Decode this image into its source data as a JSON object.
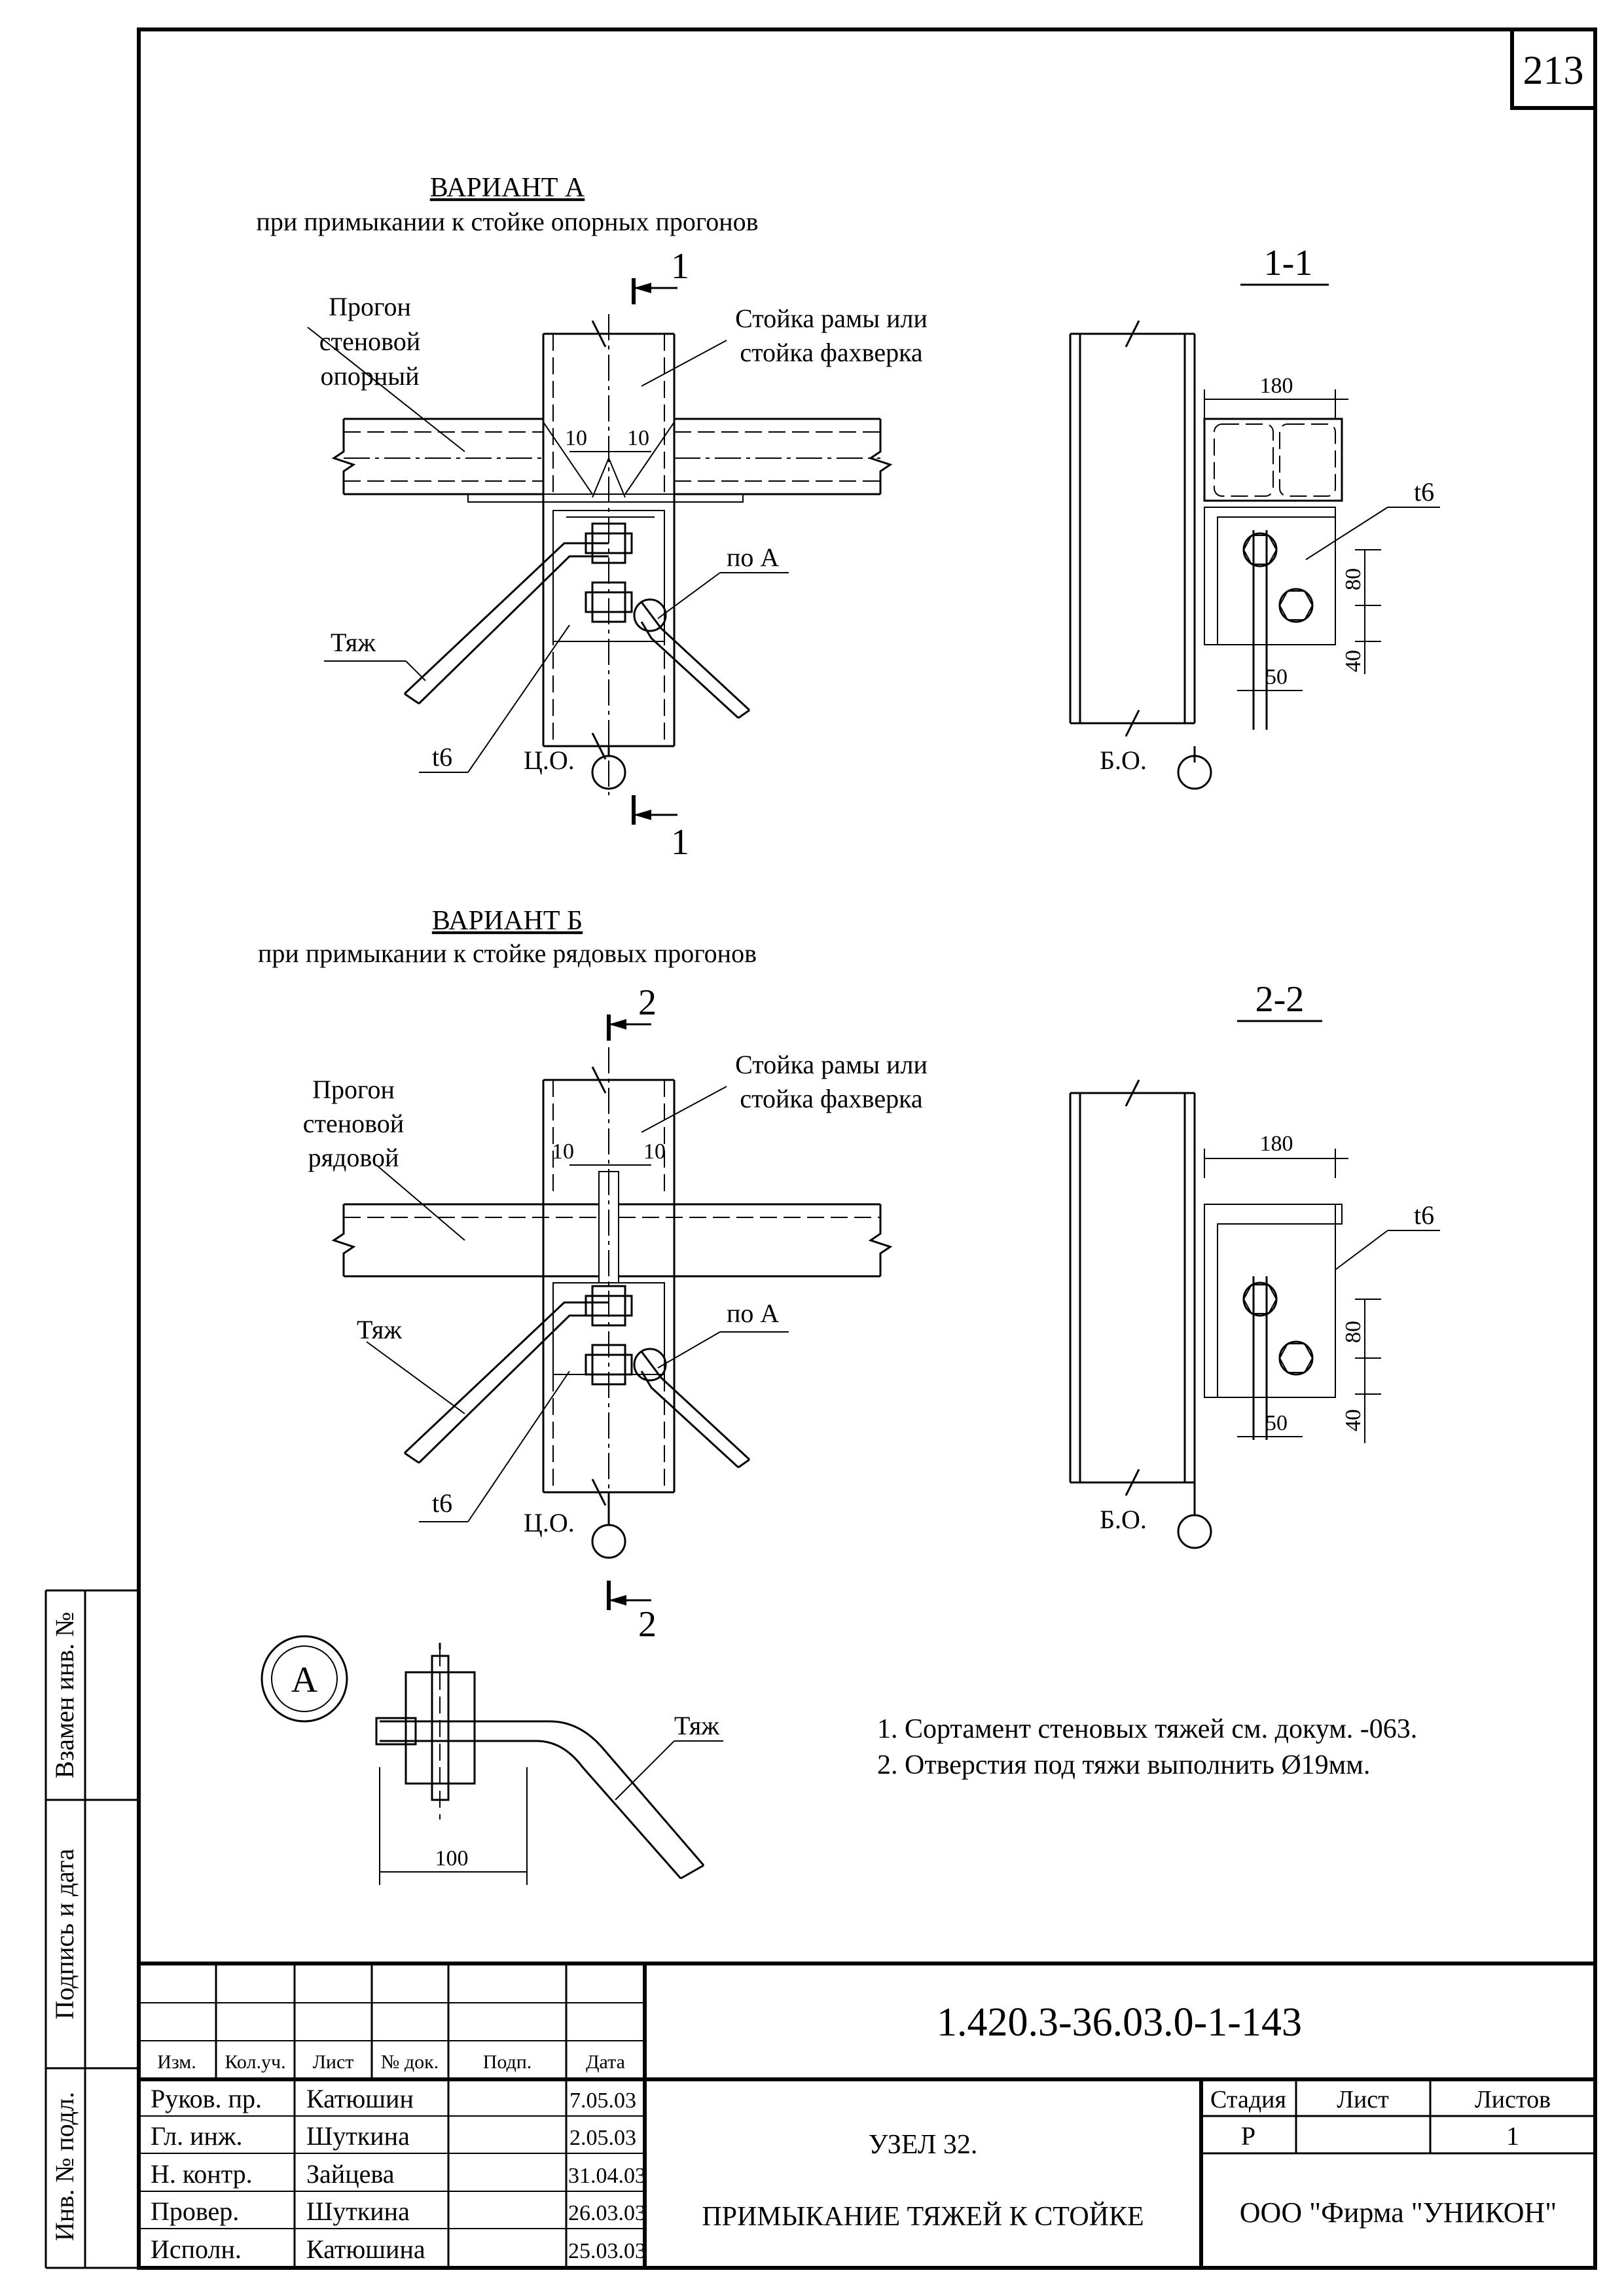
{
  "sheet_number": "213",
  "variant_a": {
    "title": "ВАРИАНТ   А",
    "subtitle": "при примыкании к стойке опорных прогонов",
    "section_mark": "1",
    "section_title": "1-1",
    "label_purlin": [
      "Прогон",
      "стеновой",
      "опорный"
    ],
    "label_post": [
      "Стойка рамы или",
      "стойка фахверка"
    ],
    "dim_gap_left": "10",
    "dim_gap_right": "10",
    "label_node": "по А",
    "label_rod": "Тяж",
    "label_plate": "t6",
    "label_axis": "Ц.О.",
    "section": {
      "dim_width": "180",
      "label_plate": "t6",
      "dim_80": "80",
      "dim_40": "40",
      "dim_50": "50",
      "label_axis": "Б.О."
    }
  },
  "variant_b": {
    "title": "ВАРИАНТ   Б",
    "subtitle": "при примыкании к стойке рядовых прогонов",
    "section_mark": "2",
    "section_title": "2-2",
    "label_purlin": [
      "Прогон",
      "стеновой",
      "рядовой"
    ],
    "label_post": [
      "Стойка рамы или",
      "стойка фахверка"
    ],
    "dim_gap_left": "10",
    "dim_gap_right": "10",
    "label_node": "по А",
    "label_rod": "Тяж",
    "label_plate": "t6",
    "label_axis": "Ц.О.",
    "section": {
      "dim_width": "180",
      "label_plate": "t6",
      "dim_80": "80",
      "dim_40": "40",
      "dim_50": "50",
      "label_axis": "Б.О."
    }
  },
  "detail_a": {
    "mark": "А",
    "label_rod": "Тяж",
    "dim_length": "100"
  },
  "notes": [
    "1. Сортамент стеновых тяжей см. докум. -063.",
    "2. Отверстия под тяжи выполнить Ø19мм."
  ],
  "side_stamp": [
    "Взамен инв. №",
    "Подпись и дата",
    "Инв. № подл."
  ],
  "title_block": {
    "doc_code": "1.420.3-36.03.0-1-143",
    "headers": [
      "Изм.",
      "Кол.уч.",
      "Лист",
      "№ док.",
      "Подп.",
      "Дата"
    ],
    "signatures": [
      {
        "role": "Руков. пр.",
        "name": "Катюшин",
        "date": "7.05.03"
      },
      {
        "role": "Гл. инж.",
        "name": "Шуткина",
        "date": "2.05.03"
      },
      {
        "role": "Н. контр.",
        "name": "Зайцева",
        "date": "31.04.03"
      },
      {
        "role": "Провер.",
        "name": "Шуткина",
        "date": "26.03.03"
      },
      {
        "role": "Исполн.",
        "name": "Катюшина",
        "date": "25.03.03"
      }
    ],
    "title_line1": "УЗЕЛ  32.",
    "title_line2": "ПРИМЫКАНИЕ ТЯЖЕЙ К СТОЙКЕ",
    "stage_header": "Стадия",
    "sheet_header": "Лист",
    "sheets_header": "Листов",
    "stage_value": "Р",
    "sheet_value": "",
    "sheets_value": "1",
    "organization": "ООО  \"Фирма \"УНИКОН\""
  }
}
